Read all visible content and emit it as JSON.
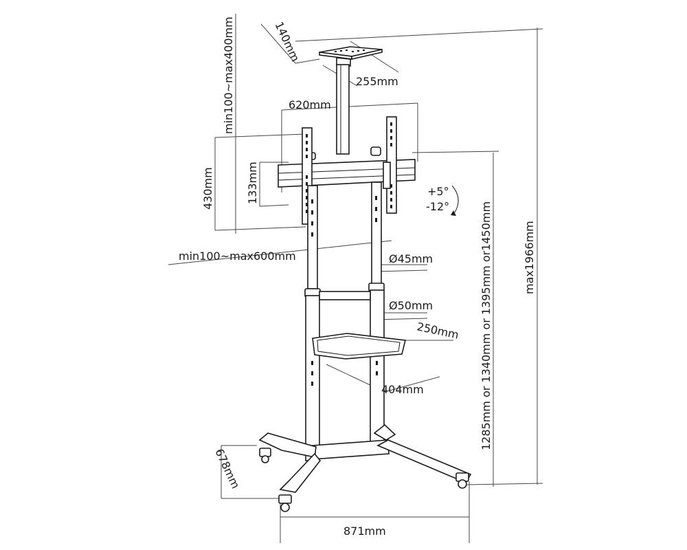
{
  "dimensions": {
    "tray_depth": "140mm",
    "ceiling_min_max": "min100~max400mm",
    "tray_width": "255mm",
    "bracket_width": "620mm",
    "bracket_height_outer": "430mm",
    "bracket_height_inner": "133mm",
    "vesa_range": "min100~max600mm",
    "tilt_up": "+5°",
    "tilt_down": "-12°",
    "upper_pole_diameter": "Ø45mm",
    "lower_pole_diameter": "Ø50mm",
    "shelf_depth": "250mm",
    "shelf_width": "404mm",
    "height_options": "1285mm or 1340mm or 1395mm or1450mm",
    "max_height": "max1966mm",
    "base_depth": "678mm",
    "base_width": "871mm"
  }
}
